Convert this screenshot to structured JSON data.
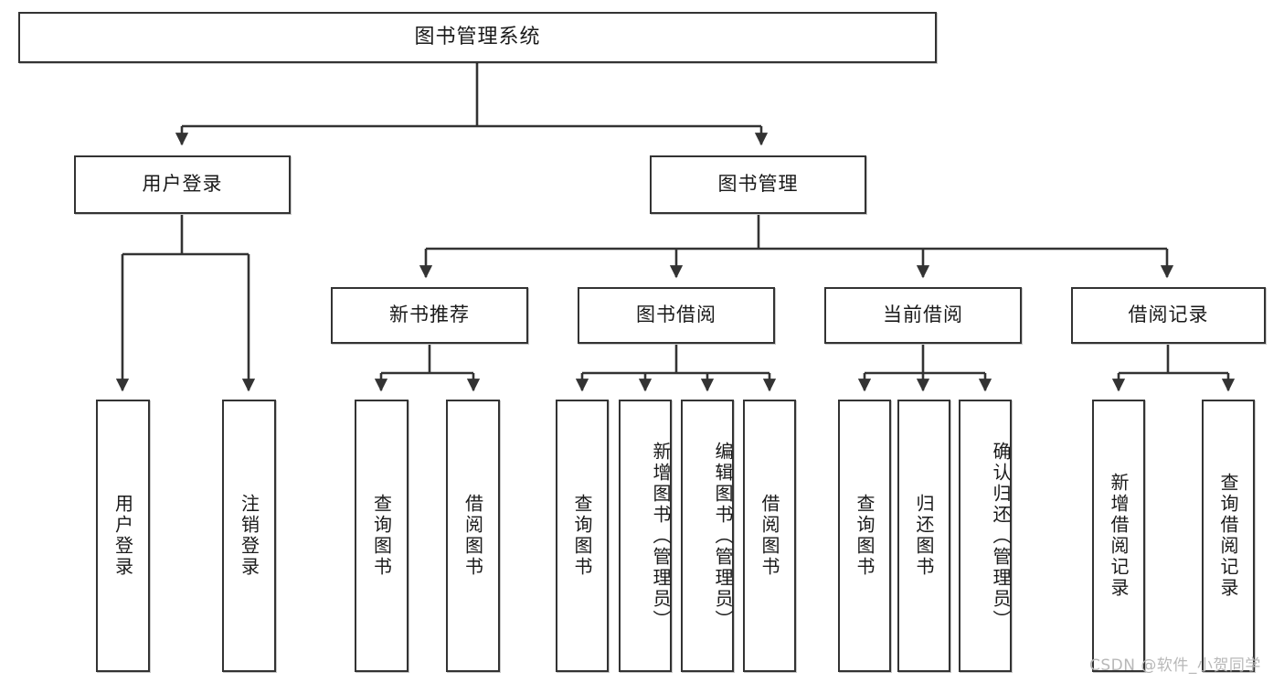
{
  "diagram": {
    "title_node": {
      "label": "图书管理系统"
    },
    "level2": [
      {
        "id": "user-login",
        "label": "用户登录"
      },
      {
        "id": "book-management",
        "label": "图书管理"
      }
    ],
    "level3": [
      {
        "id": "new-book-recommend",
        "label": "新书推荐"
      },
      {
        "id": "book-borrow",
        "label": "图书借阅"
      },
      {
        "id": "current-borrow",
        "label": "当前借阅"
      },
      {
        "id": "borrow-record",
        "label": "借阅记录"
      }
    ],
    "leaves": {
      "user_login": [
        {
          "id": "leaf-user-login",
          "label": "用户登录"
        },
        {
          "id": "leaf-logout",
          "label": "注销登录"
        }
      ],
      "new_book_recommend": [
        {
          "id": "leaf-query-book-1",
          "label": "查询图书"
        },
        {
          "id": "leaf-borrow-book-1",
          "label": "借阅图书"
        }
      ],
      "book_borrow": [
        {
          "id": "leaf-query-book-2",
          "label": "查询图书"
        },
        {
          "id": "leaf-add-book",
          "label": "新增图书（管理员）"
        },
        {
          "id": "leaf-edit-book",
          "label": "编辑图书（管理员）"
        },
        {
          "id": "leaf-borrow-book-2",
          "label": "借阅图书"
        }
      ],
      "current_borrow": [
        {
          "id": "leaf-query-book-3",
          "label": "查询图书"
        },
        {
          "id": "leaf-return-book",
          "label": "归还图书"
        },
        {
          "id": "leaf-confirm-return",
          "label": "确认归还（管理员）"
        }
      ],
      "borrow_record": [
        {
          "id": "leaf-add-record",
          "label": "新增借阅记录"
        },
        {
          "id": "leaf-query-record",
          "label": "查询借阅记录"
        }
      ]
    }
  },
  "watermark": {
    "text": "CSDN @软件_小贺同学"
  },
  "colors": {
    "stroke": "#333333",
    "background": "#ffffff",
    "text": "#1a1a1a",
    "watermark": "#b8b8b8"
  }
}
